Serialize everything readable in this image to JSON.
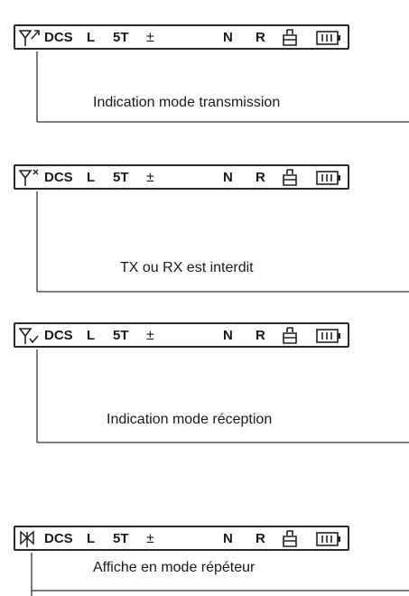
{
  "lcd_segments": {
    "mode": "DCS",
    "power": "L",
    "step": "5T",
    "shift": "±",
    "narrow": "N",
    "reverse": "R"
  },
  "panels": [
    {
      "antenna_icon": "antenna-transmit-arrow-icon",
      "caption": "Indication mode transmission"
    },
    {
      "antenna_icon": "antenna-forbidden-x-icon",
      "caption": "TX ou RX est interdit"
    },
    {
      "antenna_icon": "antenna-receive-check-icon",
      "caption": "Indication mode réception"
    },
    {
      "antenna_icon": "antenna-repeater-icon",
      "caption": "Affiche en mode répéteur"
    }
  ],
  "icons": {
    "key_lock": "key-lock-icon",
    "battery": "battery-icon"
  }
}
